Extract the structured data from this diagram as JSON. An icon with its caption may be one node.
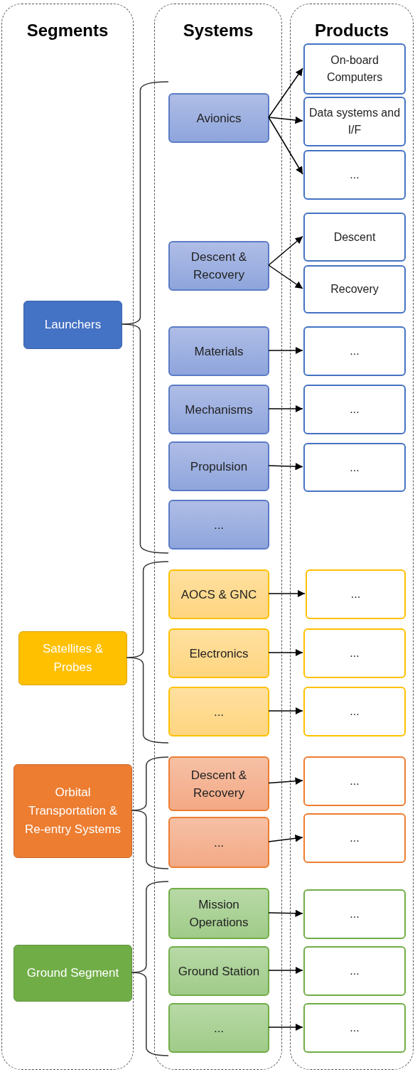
{
  "diagram": {
    "nodes": [
      {
        "text": [
          "Segments"
        ]
      },
      {
        "text": [
          "Launchers"
        ],
        "in": 0
      },
      {
        "text": [
          "Satellites & Probes"
        ],
        "in": 0
      },
      {
        "text": [
          "Orbital Transportation & Re-entry Systems"
        ],
        "in": 0
      },
      {
        "text": [
          "Ground Segment"
        ],
        "in": 0
      },
      {
        "text": [
          "Systems"
        ]
      },
      {
        "text": [
          "Avionics"
        ],
        "in": 5
      },
      {
        "text": [
          "Descent & Recovery"
        ],
        "in": 5
      },
      {
        "text": [
          "Materials"
        ],
        "in": 5
      },
      {
        "text": [
          "Mechanisms"
        ],
        "in": 5
      },
      {
        "text": [
          "Propulsion"
        ],
        "in": 5
      },
      {
        "text": [
          "..."
        ],
        "in": 5
      },
      {
        "text": [
          "AOCS & GNC"
        ],
        "in": 5
      },
      {
        "text": [
          "Electronics"
        ],
        "in": 5
      },
      {
        "text": [
          "..."
        ],
        "in": 5
      },
      {
        "text": [
          "Descent & Recovery"
        ],
        "in": 5
      },
      {
        "text": [
          "..."
        ],
        "in": 5
      },
      {
        "text": [
          "Mission Operations"
        ],
        "in": 5
      },
      {
        "text": [
          "Ground Station"
        ],
        "in": 5
      },
      {
        "text": [
          "..."
        ],
        "in": 5
      },
      {
        "text": [
          "Products"
        ]
      },
      {
        "text": [
          "On-board Computers"
        ],
        "in": 20
      },
      {
        "text": [
          "Data systems and I/F"
        ],
        "in": 20
      },
      {
        "text": [
          "..."
        ],
        "in": 20
      },
      {
        "text": [
          "Descent"
        ],
        "in": 20
      },
      {
        "text": [
          "Recovery"
        ],
        "in": 20
      },
      {
        "text": [
          "..."
        ],
        "in": 20
      },
      {
        "text": [
          "..."
        ],
        "in": 20
      },
      {
        "text": [
          "..."
        ],
        "in": 20
      },
      {
        "text": [
          "..."
        ],
        "in": 20
      },
      {
        "text": [
          "..."
        ],
        "in": 20
      },
      {
        "text": [
          "..."
        ],
        "in": 20
      },
      {
        "text": [
          "..."
        ],
        "in": 20
      },
      {
        "text": [
          "..."
        ],
        "in": 20
      },
      {
        "text": [
          "..."
        ],
        "in": 20
      },
      {
        "text": [
          "..."
        ],
        "in": 20
      },
      {
        "text": [
          "..."
        ],
        "in": 20
      }
    ],
    "edges": [
      {
        "from": 6,
        "to": 21,
        "arrow": "to"
      },
      {
        "from": 6,
        "to": 22,
        "arrow": "to"
      },
      {
        "from": 6,
        "to": 23,
        "arrow": "to"
      },
      {
        "from": 7,
        "to": 24,
        "arrow": "to"
      },
      {
        "from": 7,
        "to": 25,
        "arrow": "to"
      },
      {
        "from": 8,
        "to": 26,
        "arrow": "to"
      },
      {
        "from": 9,
        "to": 27,
        "arrow": "to"
      },
      {
        "from": 10,
        "to": 28,
        "arrow": "to"
      },
      {
        "from": 12,
        "to": 29,
        "arrow": "to"
      },
      {
        "from": 13,
        "to": 30,
        "arrow": "to"
      },
      {
        "from": 14,
        "to": 31,
        "arrow": "to"
      },
      {
        "from": 15,
        "to": 32,
        "arrow": "to"
      },
      {
        "from": 16,
        "to": 33,
        "arrow": "to"
      },
      {
        "from": 17,
        "to": 34,
        "arrow": "to"
      },
      {
        "from": 18,
        "to": 35,
        "arrow": "to"
      },
      {
        "from": 19,
        "to": 36,
        "arrow": "to"
      }
    ]
  }
}
